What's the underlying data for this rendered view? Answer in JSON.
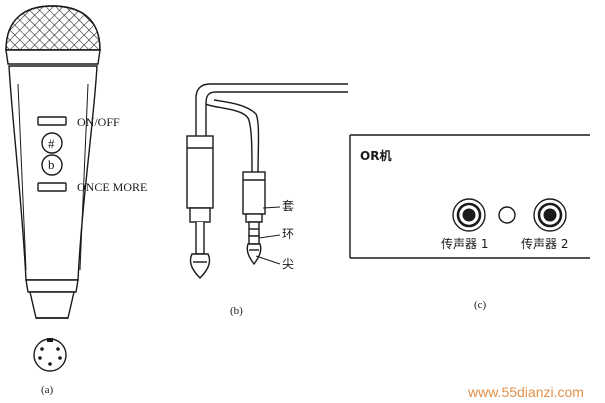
{
  "mic": {
    "on_off_label": "ON/OFF",
    "sharp_symbol": "#",
    "flat_symbol": "b",
    "once_more_label": "ONCE MORE"
  },
  "plug": {
    "sleeve_label": "套",
    "ring_label": "环",
    "tip_label": "尖"
  },
  "panel": {
    "title": "OR机",
    "jack1_label": "传声器 1",
    "jack2_label": "传声器 2"
  },
  "captions": {
    "a": "(a)",
    "b": "(b)",
    "c": "(c)"
  },
  "watermark": "www.55dianzi.com",
  "colors": {
    "line": "#1a1a1a",
    "watermark": "#e0904a"
  }
}
